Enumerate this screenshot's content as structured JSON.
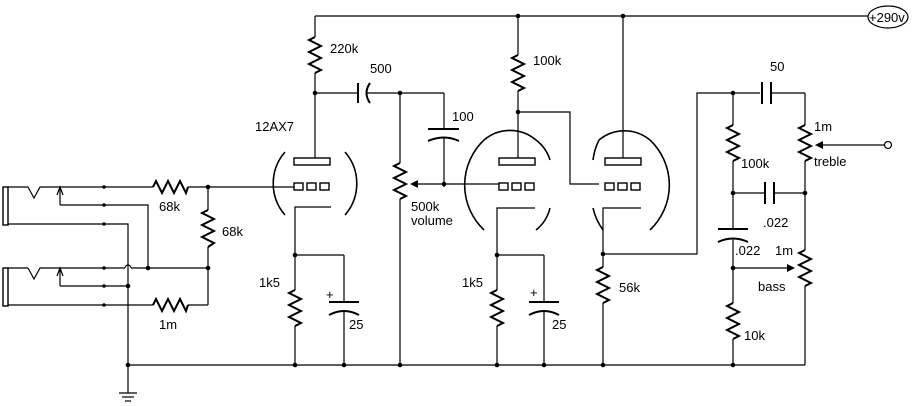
{
  "supply": {
    "label": "+290v"
  },
  "tubes": {
    "v1_label": "12AX7"
  },
  "components": {
    "r_plate1": "220k",
    "c_coupling1": "500",
    "c_bright": "100",
    "r_plate2": "100k",
    "pot_volume_value": "500k",
    "pot_volume_name": "volume",
    "r_input_series1": "68k",
    "r_input_shunt": "68k",
    "r_input_series2": "1m",
    "r_cathode1": "1k5",
    "c_cathode1": "25",
    "r_cathode2": "1k5",
    "c_cathode2": "25",
    "r_cathode_follower": "56k",
    "c_treble": "50",
    "pot_treble_value": "1m",
    "pot_treble_name": "treble",
    "r_tone_slope": "100k",
    "c_mid": ".022",
    "c_bass": ".022",
    "pot_bass_value": "1m",
    "pot_bass_name": "bass",
    "r_tone_ground": "10k"
  }
}
